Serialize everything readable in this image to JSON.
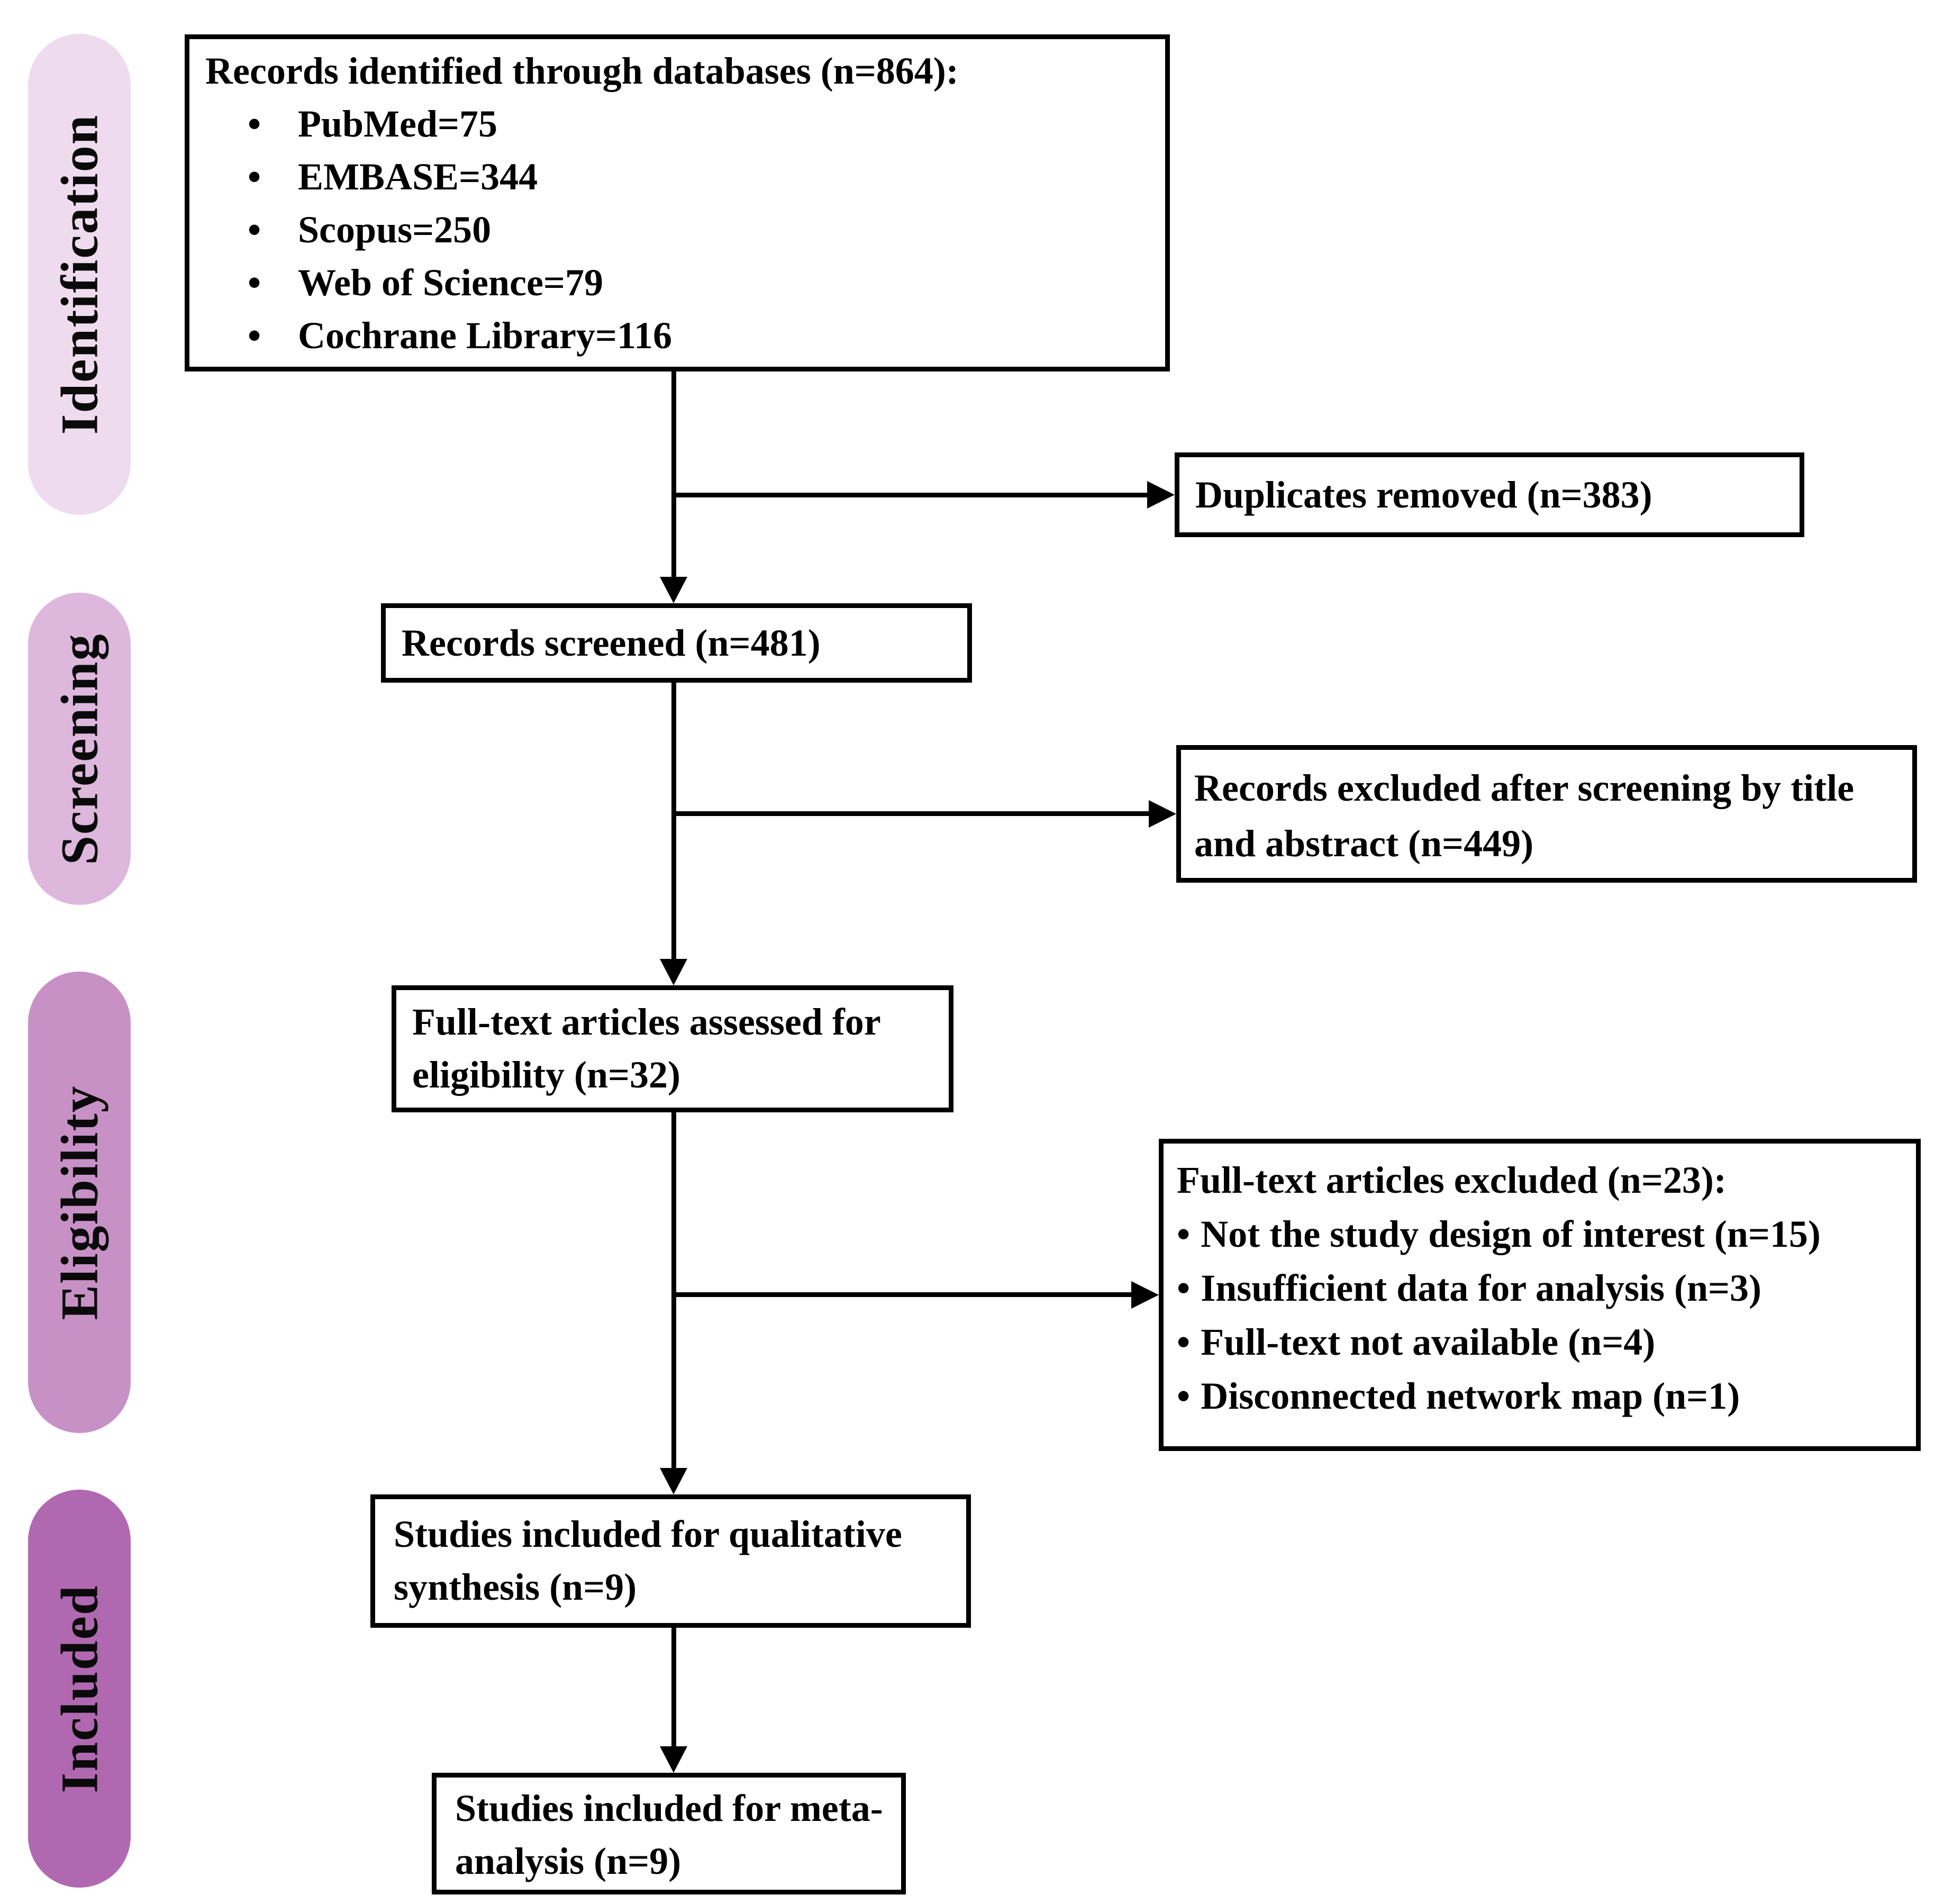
{
  "bullets": {
    "marker": "•"
  },
  "sidebar": {
    "stages": [
      {
        "label": "Identification",
        "color": "#eedcee",
        "style": "background:#eedcee"
      },
      {
        "label": "Screening",
        "color": "#ddb7dc",
        "style": "background:#ddb7dc"
      },
      {
        "label": "Eligibility",
        "color": "#c891c6",
        "style": "background:#c891c6"
      },
      {
        "label": "Included",
        "color": "#b069b0",
        "style": "background:#b069b0"
      }
    ]
  },
  "boxes": {
    "identified": {
      "title": "Records identified through databases (n=864):",
      "items": [
        "PubMed=75",
        "EMBASE=344",
        "Scopus=250",
        "Web of Science=79",
        "Cochrane Library=116"
      ]
    },
    "duplicates": {
      "text": "Duplicates removed (n=383)"
    },
    "screened": {
      "text": "Records screened (n=481)"
    },
    "excluded_screening": {
      "text": "Records excluded after screening by title and abstract (n=449)"
    },
    "fulltext_assessed": {
      "text": "Full-text articles assessed for eligibility (n=32)"
    },
    "fulltext_excluded": {
      "title": "Full-text articles excluded (n=23):",
      "items": [
        "Not the study design of interest (n=15)",
        "Insufficient data for analysis (n=3)",
        "Full-text not available (n=4)",
        "Disconnected network map (n=1)"
      ]
    },
    "qualitative": {
      "text": "Studies included for qualitative synthesis (n=9)"
    },
    "meta": {
      "text": "Studies included for meta-analysis (n=9)"
    }
  }
}
